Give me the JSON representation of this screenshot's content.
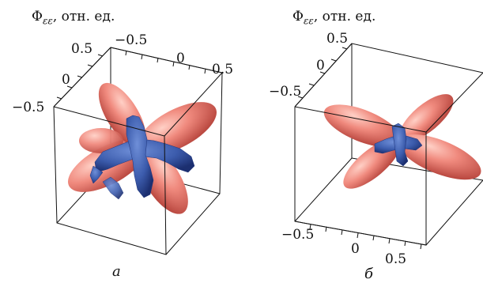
{
  "panels": [
    {
      "axis_label": "Φ",
      "axis_label_sub": "εε",
      "axis_label_tail": ", отн. ед.",
      "vertical_ticks": [
        "0.5",
        "0",
        "−0.5"
      ],
      "top_ticks": [
        "−0.5",
        "0",
        "0.5"
      ],
      "caption": "а",
      "colors": {
        "lobe": "#e8736a",
        "lobe_highlight": "#ffc7bd",
        "wave": "#3f5fae",
        "wave_dark": "#1f357c"
      }
    },
    {
      "axis_label": "Φ",
      "axis_label_sub": "εε",
      "axis_label_tail": ", отн. ед.",
      "vertical_ticks": [
        "0.5",
        "0",
        "−0.5"
      ],
      "bottom_ticks": [
        "−0.5",
        "0",
        "0.5"
      ],
      "caption": "б",
      "colors": {
        "lobe": "#e8736a",
        "lobe_highlight": "#ffc7bd",
        "wave": "#3f5fae",
        "wave_dark": "#1f357c"
      }
    }
  ]
}
